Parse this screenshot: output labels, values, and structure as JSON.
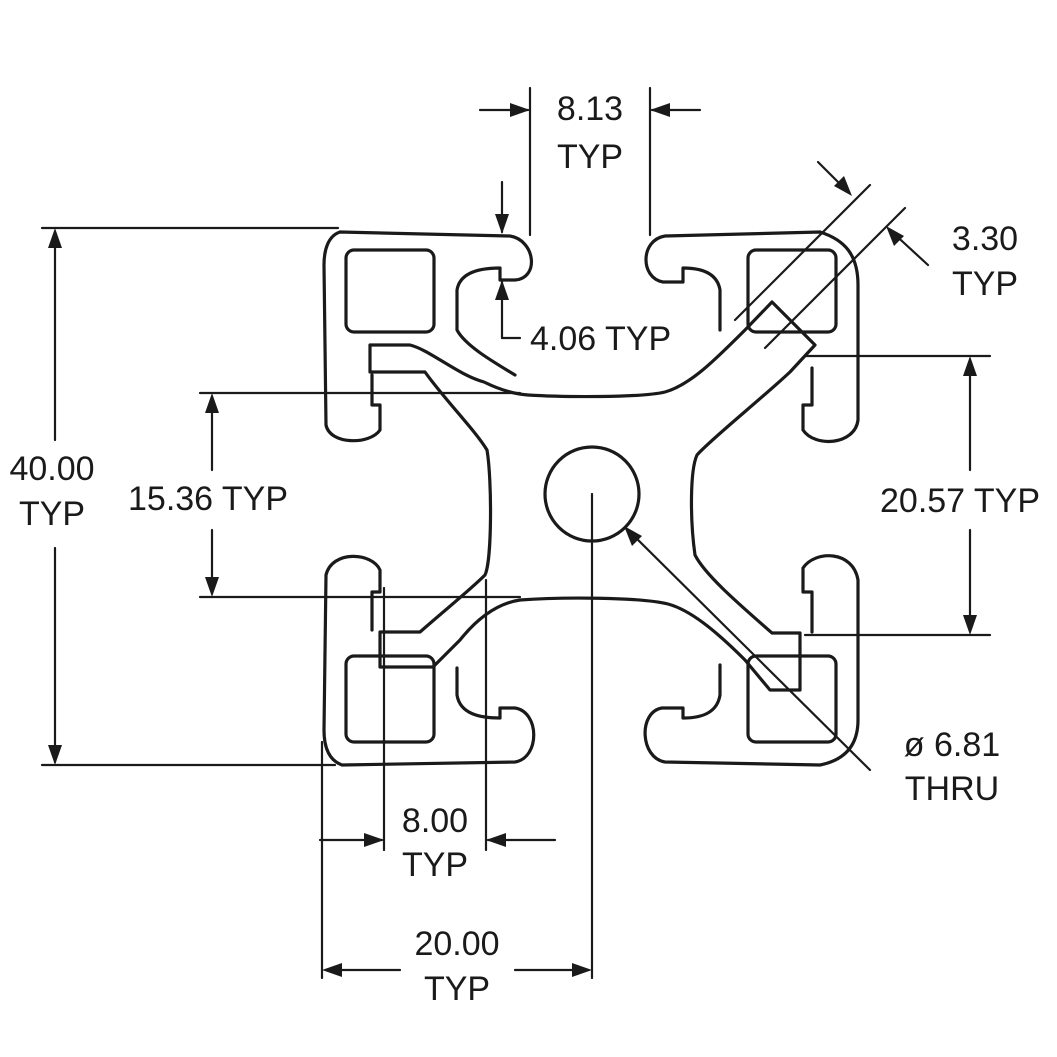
{
  "dimensions": {
    "slot_opening": {
      "value": "8.13",
      "suffix": "TYP"
    },
    "lip_thickness": {
      "value": "3.30",
      "suffix": "TYP"
    },
    "lip_depth": {
      "value": "4.06 TYP"
    },
    "overall_size": {
      "value": "40.00",
      "suffix": "TYP"
    },
    "slot_inner_width": {
      "value": "15.36 TYP"
    },
    "slot_outer_width": {
      "value": "20.57 TYP"
    },
    "center_bore": {
      "value": "ø 6.81",
      "suffix": "THRU"
    },
    "slot_width_bottom": {
      "value": "8.00",
      "suffix": "TYP"
    },
    "slot_pitch": {
      "value": "20.00",
      "suffix": "TYP"
    }
  },
  "colors": {
    "ink": "#1a1a1a",
    "background": "#ffffff"
  }
}
